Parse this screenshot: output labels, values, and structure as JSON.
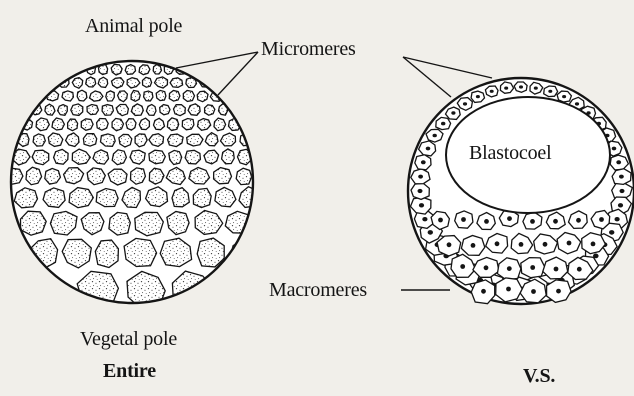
{
  "labels": {
    "animal_pole": "Animal pole",
    "micromeres": "Micromeres",
    "blastocoel": "Blastocoel",
    "macromeres": "Macromeres",
    "vegetal_pole": "Vegetal pole",
    "entire_caption": "Entire",
    "vs_caption": "V.S."
  },
  "colors": {
    "background": "#f1efea",
    "ink": "#151515",
    "cell_fill": "#ffffff",
    "stipple": "#3a3a3a"
  }
}
